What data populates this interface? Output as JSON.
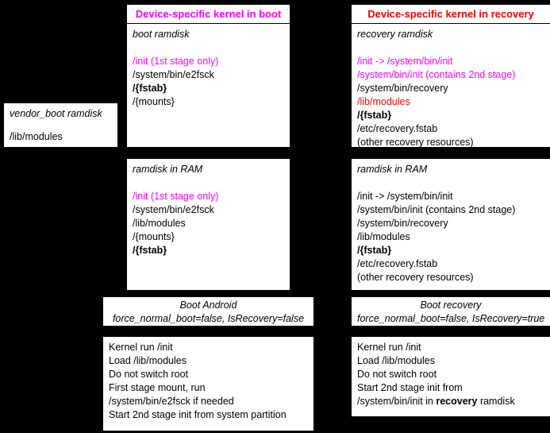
{
  "colors": {
    "magenta": "#ff00ff",
    "red": "#ff0000",
    "box_background": "#ffffff",
    "page_background": "#000000"
  },
  "headers": {
    "boot": "Device-specific kernel in boot",
    "recovery": "Device-specific kernel in recovery"
  },
  "vendor_boot_box": {
    "title": "vendor_boot ramdisk",
    "lines": [
      "/lib/modules"
    ]
  },
  "boot_ramdisk_box": {
    "title": "boot ramdisk",
    "lines": [
      "/init (1st stage only)",
      "/system/bin/e2fsck",
      "/{fstab}",
      "/{mounts}"
    ]
  },
  "recovery_ramdisk_box": {
    "title": "recovery ramdisk",
    "lines": [
      "/init -> /system/bin/init",
      "/system/bin/init (contains 2nd stage)",
      "/system/bin/recovery",
      "/lib/modules",
      "/{fstab}",
      "/etc/recovery.fstab",
      "(other recovery resources)"
    ]
  },
  "boot_ram_box": {
    "title": "ramdisk in RAM",
    "lines": [
      "/init (1st stage only)",
      "/system/bin/e2fsck",
      "/lib/modules",
      "/{mounts}",
      "/{fstab}"
    ]
  },
  "recovery_ram_box": {
    "title": "ramdisk in RAM",
    "lines": [
      "/init -> /system/bin/init",
      "/system/bin/init (contains 2nd stage)",
      "/system/bin/recovery",
      "/lib/modules",
      "/{fstab}",
      "/etc/recovery.fstab",
      "(other recovery resources)"
    ]
  },
  "boot_action_box": {
    "title": "Boot Android",
    "subtitle": "force_normal_boot=false, IsRecovery=false"
  },
  "recovery_action_box": {
    "title": "Boot recovery",
    "subtitle": "force_normal_boot=false, IsRecovery=true"
  },
  "boot_steps_box": {
    "lines": [
      "Kernel run /init",
      "Load /lib/modules",
      "Do not switch root",
      "First stage mount, run",
      "/system/bin/e2fsck if needed",
      "Start 2nd stage init from system partition"
    ]
  },
  "recovery_steps_box": {
    "lines": [
      "Kernel run /init",
      "Load /lib/modules",
      "Do not switch root",
      "Start 2nd stage init from"
    ],
    "last_line": {
      "pre": "/system/bin/init in ",
      "bold": "recovery",
      "post": " ramdisk"
    }
  }
}
